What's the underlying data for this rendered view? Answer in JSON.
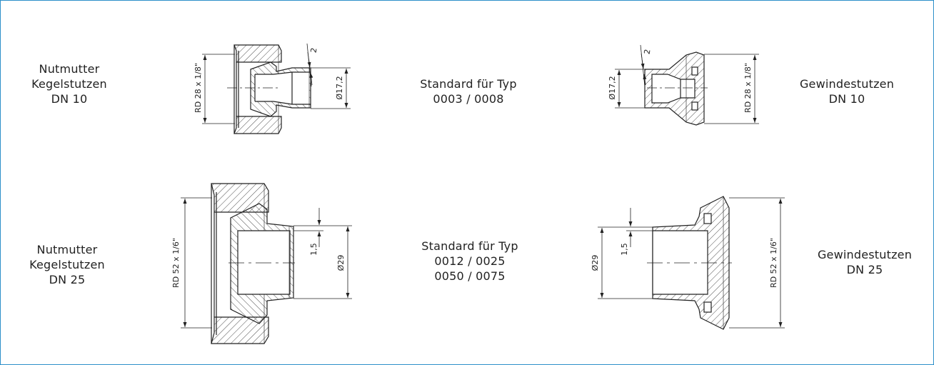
{
  "top_left": {
    "lines": [
      "Nutmutter",
      "Kegelstutzen",
      "DN 10"
    ],
    "dims": {
      "thread": "RD 28 x 1/8\"",
      "bore": "Ø17,2",
      "wall": "2"
    }
  },
  "top_center": {
    "lines": [
      "Standard für Typ",
      "0003 / 0008"
    ]
  },
  "top_right": {
    "lines": [
      "Gewindestutzen",
      "DN 10"
    ],
    "dims": {
      "thread": "RD 28 x 1/8\"",
      "bore": "Ø17,2",
      "wall": "2"
    }
  },
  "bottom_left": {
    "lines": [
      "Nutmutter",
      "Kegelstutzen",
      "DN 25"
    ],
    "dims": {
      "thread": "RD 52 x 1/6\"",
      "bore": "Ø29",
      "wall": "1,5"
    }
  },
  "bottom_center": {
    "lines": [
      "Standard für Typ",
      "0012 / 0025",
      "0050 / 0075"
    ]
  },
  "bottom_right": {
    "lines": [
      "Gewindestutzen",
      "DN 25"
    ],
    "dims": {
      "thread": "RD 52 x 1/6\"",
      "bore": "Ø29",
      "wall": "1,5"
    }
  },
  "colors": {
    "frame": "#2d8fc9",
    "ink": "#222222"
  }
}
